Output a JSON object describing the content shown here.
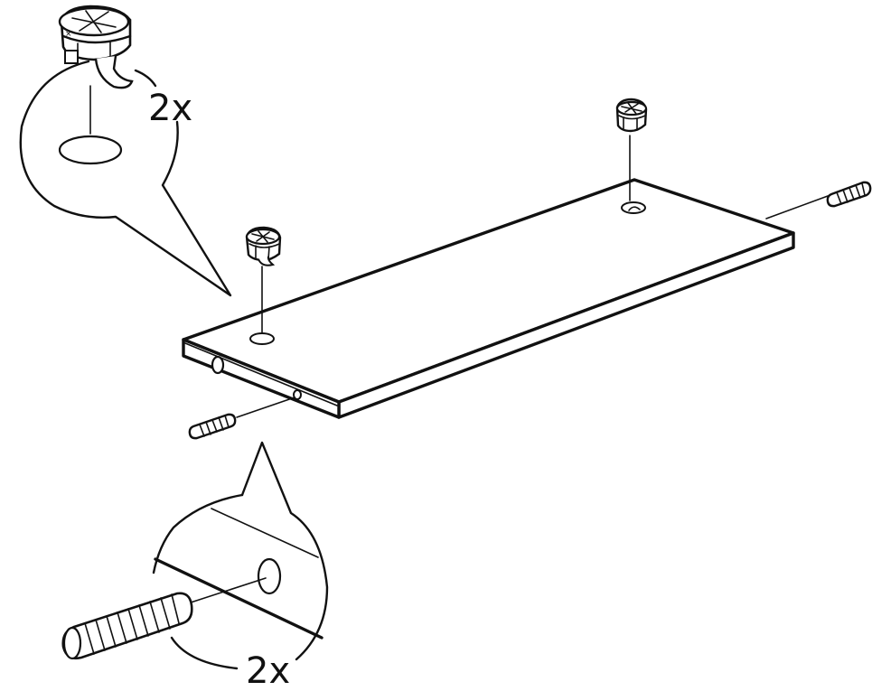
{
  "callout_top": {
    "quantity_label": "2x"
  },
  "callout_bottom": {
    "quantity_label": "2x"
  },
  "colors": {
    "ink": "#111111",
    "paper": "#ffffff"
  },
  "parts": {
    "board": "shelf-board",
    "fitting": "cam-lock-fitting",
    "dowel": "wooden-dowel"
  }
}
